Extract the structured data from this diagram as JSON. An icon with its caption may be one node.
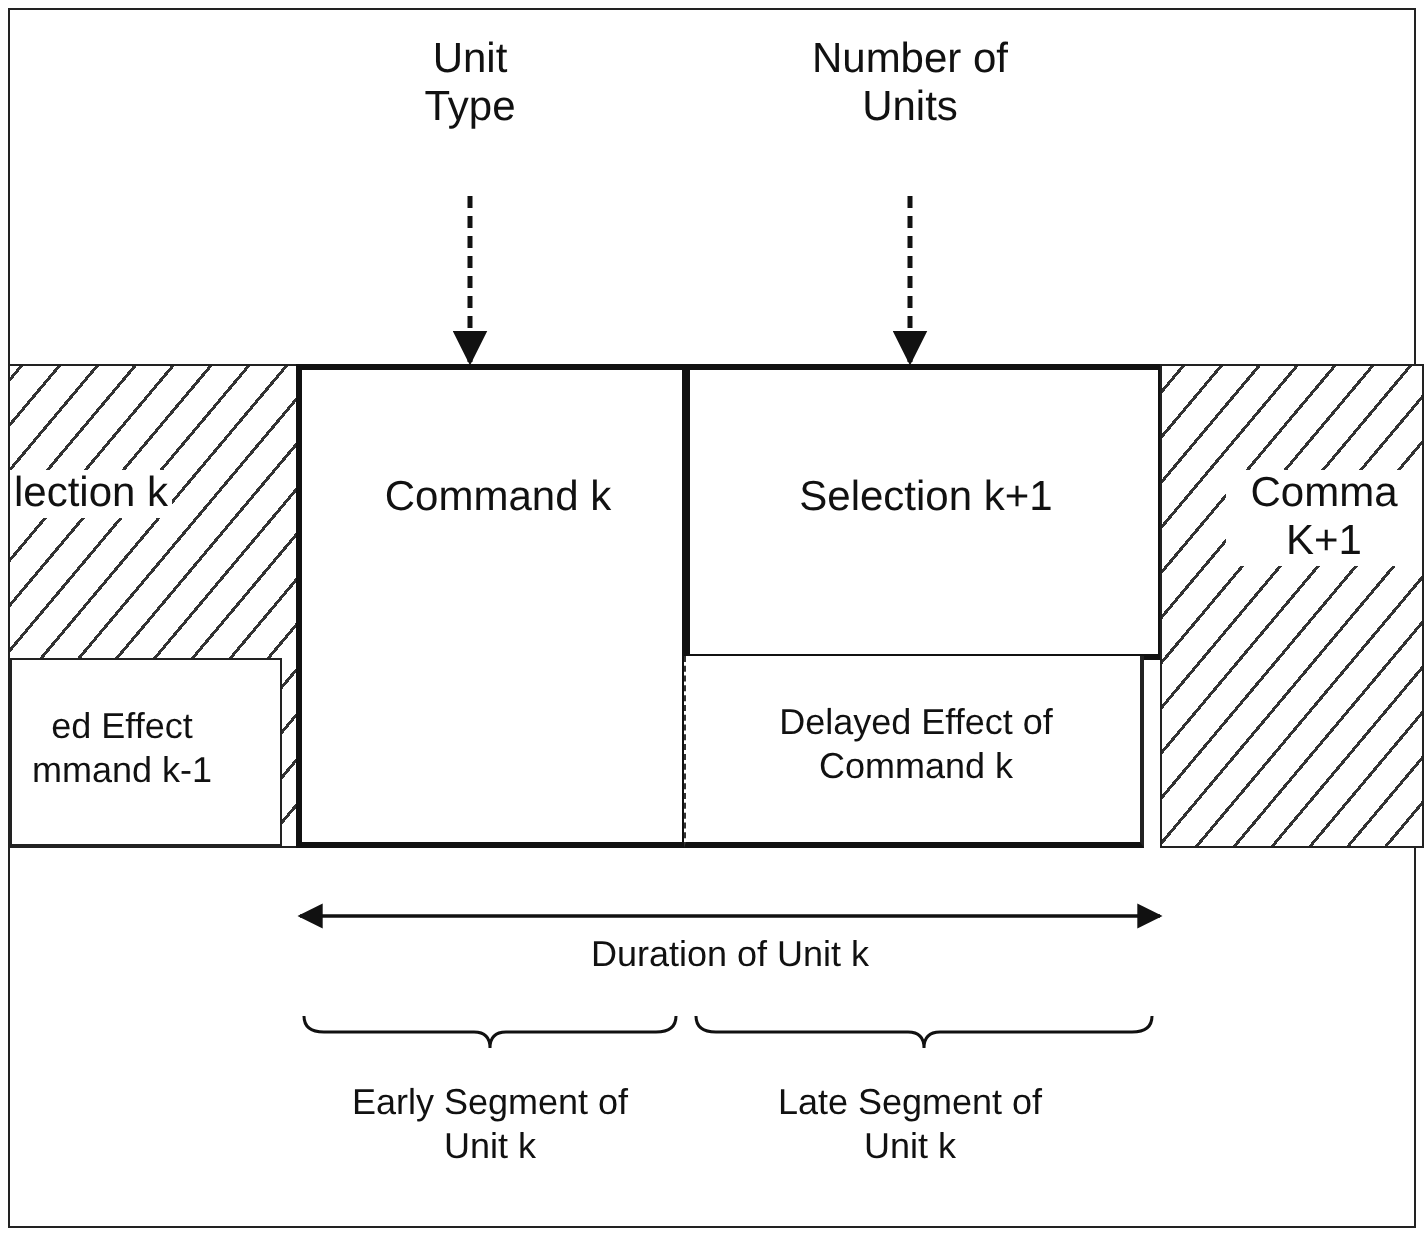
{
  "diagram": {
    "nodes": [
      {
        "text": [
          "Unit Type"
        ]
      },
      {
        "text": [
          "Number of Units"
        ]
      },
      {
        "text": [
          "lection k"
        ]
      },
      {
        "text": [
          "ed Effect mmand k-1"
        ],
        "in": 2
      },
      {
        "text": [
          "Command k"
        ]
      },
      {
        "text": [
          "Selection k+1"
        ]
      },
      {
        "text": [
          "Delayed Effect of Command k"
        ]
      },
      {
        "text": [
          "Comma K+1"
        ]
      }
    ],
    "edges": [
      {
        "from": 0,
        "to": 4,
        "arrow": "to",
        "style": "dashed"
      },
      {
        "from": 1,
        "to": 5,
        "arrow": "to",
        "style": "dashed"
      }
    ],
    "labels": [
      "Duration of Unit k",
      "Early Segment of Unit k",
      "Late Segment of Unit k"
    ]
  }
}
